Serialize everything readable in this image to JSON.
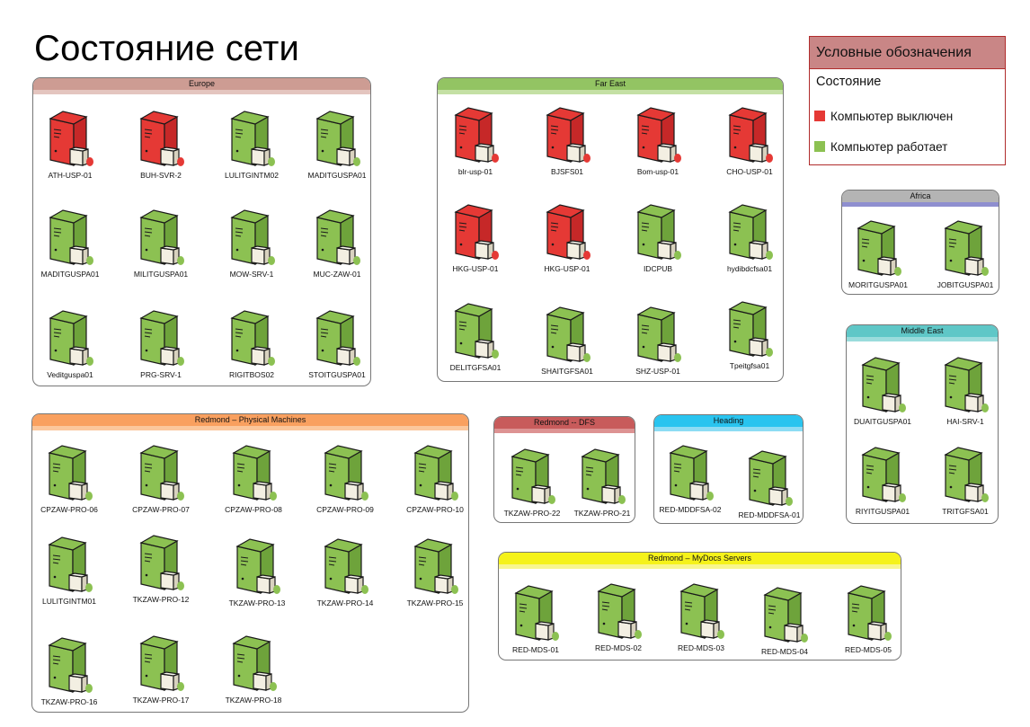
{
  "page": {
    "title": "Состояние сети"
  },
  "colors": {
    "off": "#e53935",
    "on": "#8cc152"
  },
  "legend": {
    "title": "Условные обозначения",
    "subtitle": "Состояние",
    "items": [
      {
        "label": "Компьютер выключен",
        "color": "#e53935",
        "status": "off"
      },
      {
        "label": "Компьютер работает",
        "color": "#8cc152",
        "status": "on"
      }
    ]
  },
  "groups": [
    {
      "id": "europe",
      "title": "Europe",
      "header_color": "#cd9c93",
      "band_color": "#e4c5bf",
      "servers": [
        {
          "name": "ATH-USP-01",
          "status": "off"
        },
        {
          "name": "BUH-SVR-2",
          "status": "off"
        },
        {
          "name": "LULITGINTM02",
          "status": "on"
        },
        {
          "name": "MADITGUSPA01",
          "status": "on"
        },
        {
          "name": "MADITGUSPA01",
          "status": "on"
        },
        {
          "name": "MILITGUSPA01",
          "status": "on"
        },
        {
          "name": "MOW-SRV-1",
          "status": "on"
        },
        {
          "name": "MUC-ZAW-01",
          "status": "on"
        },
        {
          "name": "Veditguspa01",
          "status": "on"
        },
        {
          "name": "PRG-SRV-1",
          "status": "on"
        },
        {
          "name": "RIGITBOS02",
          "status": "on"
        },
        {
          "name": "STOITGUSPA01",
          "status": "on"
        }
      ]
    },
    {
      "id": "far-east",
      "title": "Far East",
      "header_color": "#93c463",
      "band_color": "#c4e0a4",
      "servers": [
        {
          "name": "blr-usp-01",
          "status": "off"
        },
        {
          "name": "BJSFS01",
          "status": "off"
        },
        {
          "name": "Bom-usp-01",
          "status": "off"
        },
        {
          "name": "CHO-USP-01",
          "status": "off"
        },
        {
          "name": "HKG-USP-01",
          "status": "off"
        },
        {
          "name": "HKG-USP-01",
          "status": "off"
        },
        {
          "name": "IDCPUB",
          "status": "on"
        },
        {
          "name": "hydibdcfsa01",
          "status": "on"
        },
        {
          "name": "DELITGFSA01",
          "status": "on"
        },
        {
          "name": "SHAITGFSA01",
          "status": "on"
        },
        {
          "name": "SHZ-USP-01",
          "status": "on"
        },
        {
          "name": "Tpeitgfsa01",
          "status": "on"
        }
      ]
    },
    {
      "id": "africa",
      "title": "Africa",
      "header_color": "#b4b4b4",
      "band_color": "#8f8fcf",
      "servers": [
        {
          "name": "MORITGUSPA01",
          "status": "on"
        },
        {
          "name": "JOBITGUSPA01",
          "status": "on"
        }
      ]
    },
    {
      "id": "middle-east",
      "title": "Middle East",
      "header_color": "#5fc7c7",
      "band_color": "#9adcdc",
      "servers": [
        {
          "name": "DUAITGUSPA01",
          "status": "on"
        },
        {
          "name": "HAI-SRV-1",
          "status": "on"
        },
        {
          "name": "RIYITGUSPA01",
          "status": "on"
        },
        {
          "name": "TRITGFSA01",
          "status": "on"
        }
      ]
    },
    {
      "id": "redmond-physical",
      "title": "Redmond – Physical Machines",
      "header_color": "#f9a05f",
      "band_color": "#fbc79c",
      "servers": [
        {
          "name": "CPZAW-PRO-06",
          "status": "on"
        },
        {
          "name": "CPZAW-PRO-07",
          "status": "on"
        },
        {
          "name": "CPZAW-PRO-08",
          "status": "on"
        },
        {
          "name": "CPZAW-PRO-09",
          "status": "on"
        },
        {
          "name": "CPZAW-PRO-10",
          "status": "on"
        },
        {
          "name": "LULITGINTM01",
          "status": "on"
        },
        {
          "name": "TKZAW-PRO-12",
          "status": "on"
        },
        {
          "name": "TKZAW-PRO-13",
          "status": "on"
        },
        {
          "name": "TKZAW-PRO-14",
          "status": "on"
        },
        {
          "name": "TKZAW-PRO-15",
          "status": "on"
        },
        {
          "name": "TKZAW-PRO-16",
          "status": "on"
        },
        {
          "name": "TKZAW-PRO-17",
          "status": "on"
        },
        {
          "name": "TKZAW-PRO-18",
          "status": "on"
        }
      ]
    },
    {
      "id": "redmond-dfs",
      "title": "Redmond -- DFS",
      "header_color": "#c85b5b",
      "band_color": "#dd9393",
      "servers": [
        {
          "name": "TKZAW-PRO-22",
          "status": "on"
        },
        {
          "name": "TKZAW-PRO-21",
          "status": "on"
        }
      ]
    },
    {
      "id": "heading",
      "title": "Heading",
      "header_color": "#29c4ef",
      "band_color": "#8ddcf4",
      "servers": [
        {
          "name": "RED-MDDFSA-02",
          "status": "on"
        },
        {
          "name": "RED-MDDFSA-01",
          "status": "on"
        }
      ]
    },
    {
      "id": "redmond-mydocs",
      "title": "Redmond – MyDocs Servers",
      "header_color": "#f5f21a",
      "band_color": "#f8f68e",
      "servers": [
        {
          "name": "RED-MDS-01",
          "status": "on"
        },
        {
          "name": "RED-MDS-02",
          "status": "on"
        },
        {
          "name": "RED-MDS-03",
          "status": "on"
        },
        {
          "name": "RED-MDS-04",
          "status": "on"
        },
        {
          "name": "RED-MDS-05",
          "status": "on"
        }
      ]
    }
  ]
}
